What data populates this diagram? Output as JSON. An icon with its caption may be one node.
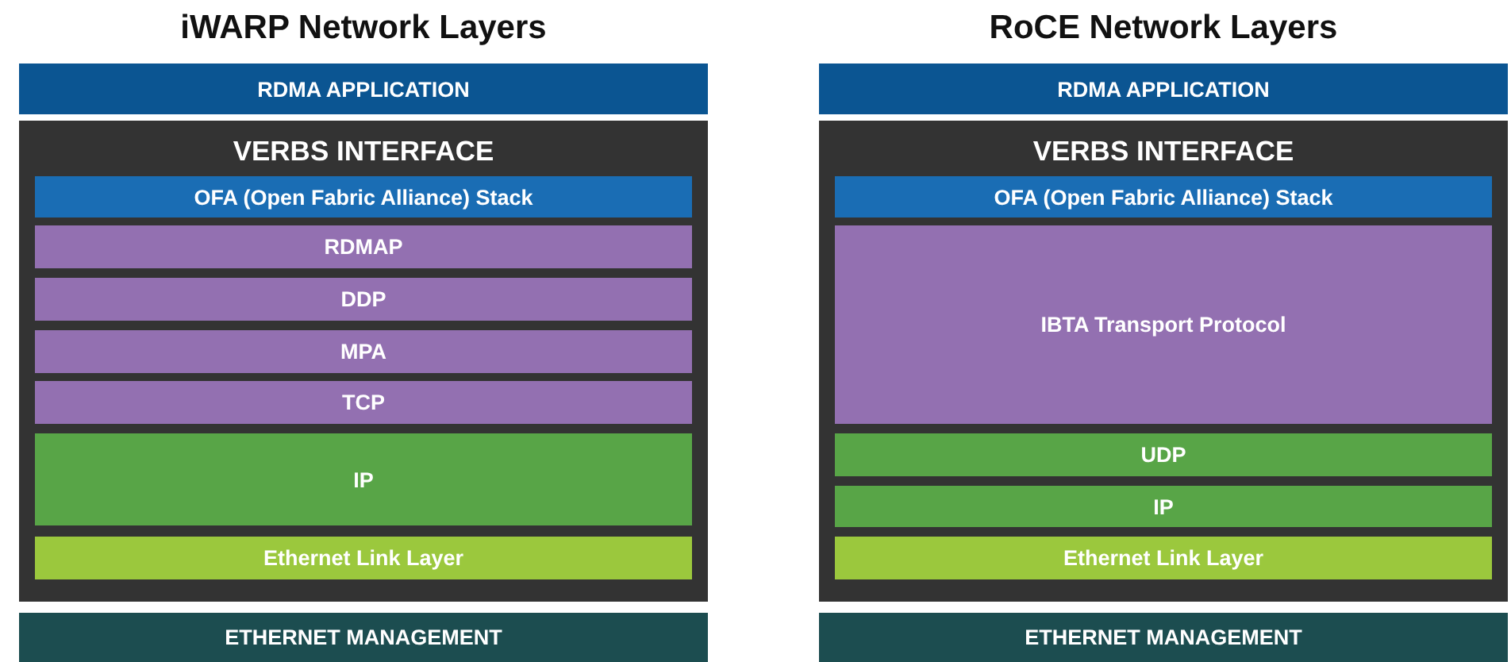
{
  "diagram": {
    "nodes": [
      {
        "text": [
          "RDMA APPLICATION"
        ]
      },
      {
        "text": [
          "VERBS INTERFACE"
        ]
      },
      {
        "text": [
          "OFA (Open Fabric Alliance) Stack"
        ],
        "in": 1
      },
      {
        "text": [
          "RDMAP"
        ],
        "in": 1
      },
      {
        "text": [
          "DDP"
        ],
        "in": 1
      },
      {
        "text": [
          "MPA"
        ],
        "in": 1
      },
      {
        "text": [
          "TCP"
        ],
        "in": 1
      },
      {
        "text": [
          "IP"
        ],
        "in": 1
      },
      {
        "text": [
          "Ethernet Link Layer"
        ],
        "in": 1
      },
      {
        "text": [
          "ETHERNET MANAGEMENT"
        ]
      },
      {
        "text": [
          "RDMA APPLICATION"
        ]
      },
      {
        "text": [
          "VERBS INTERFACE"
        ]
      },
      {
        "text": [
          "OFA (Open Fabric Alliance) Stack"
        ],
        "in": 11
      },
      {
        "text": [
          "IBTA Transport Protocol"
        ],
        "in": 11
      },
      {
        "text": [
          "UDP"
        ],
        "in": 11
      },
      {
        "text": [
          "IP"
        ],
        "in": 11
      },
      {
        "text": [
          "Ethernet Link Layer"
        ],
        "in": 11
      },
      {
        "text": [
          "ETHERNET MANAGEMENT"
        ]
      }
    ],
    "labels": [
      "iWARP Network Layers",
      "RoCE Network Layers"
    ]
  }
}
